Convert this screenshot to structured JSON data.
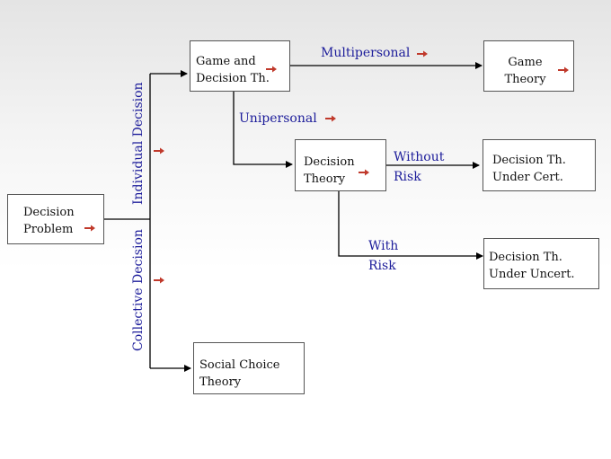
{
  "nodes": {
    "decision_problem": [
      "Decision",
      "Problem"
    ],
    "game_and_decision": [
      "Game and",
      "Decision Th."
    ],
    "game_theory": [
      "Game",
      "Theory"
    ],
    "decision_theory": [
      "Decision",
      "Theory"
    ],
    "dt_under_cert": [
      "Decision Th.",
      "Under Cert."
    ],
    "dt_under_uncert": [
      "Decision Th.",
      "Under Uncert."
    ],
    "social_choice": [
      "Social Choice",
      "Theory"
    ]
  },
  "labels": {
    "multipersonal": "Multipersonal",
    "unipersonal": "Unipersonal",
    "without_risk": [
      "Without",
      "Risk"
    ],
    "with_risk": [
      "With",
      "Risk"
    ],
    "individual_decision": "Individual Decision",
    "collective_decision": "Collective Decision"
  },
  "colors": {
    "label_text": "#1c1c9a",
    "connector": "#000000",
    "box_border": "#555555",
    "marker_arrow": "#c0392b"
  },
  "icons": {
    "marker": "red-arrow-icon"
  }
}
